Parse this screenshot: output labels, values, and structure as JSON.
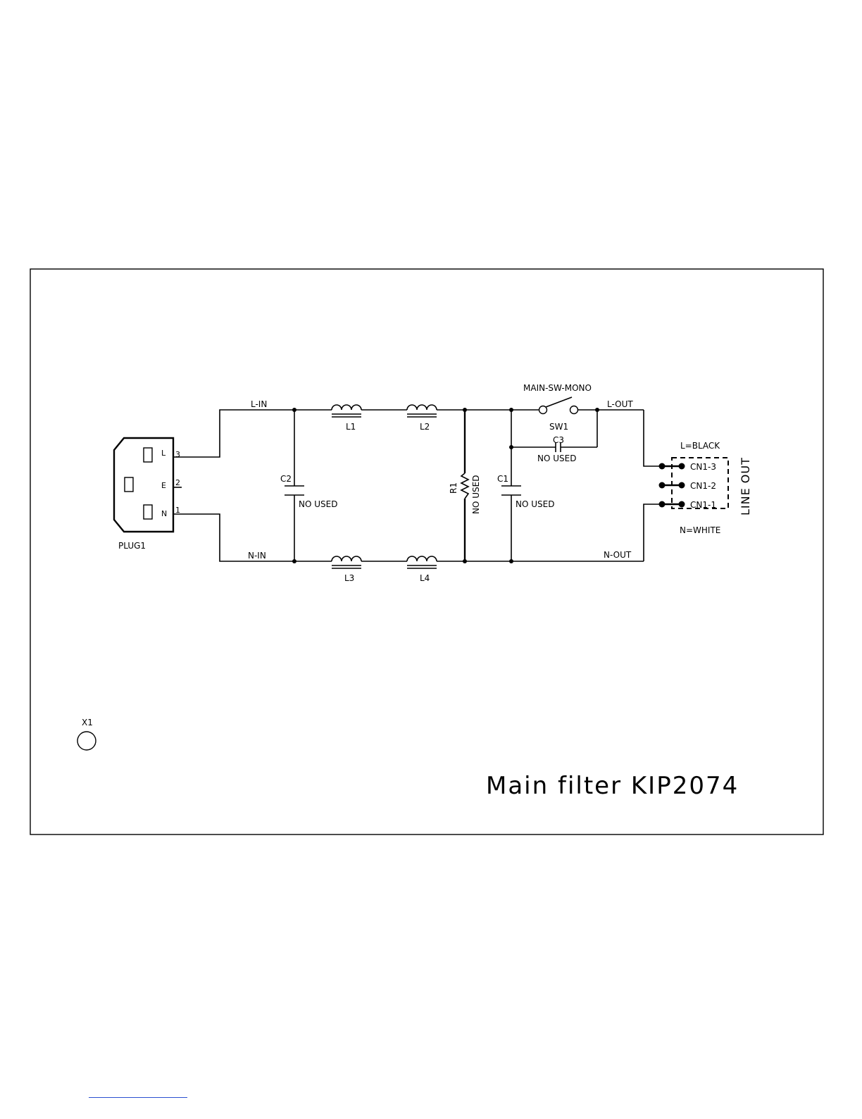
{
  "title": "Main filter KIP2074",
  "plug": {
    "name": "PLUG1",
    "pins": [
      {
        "letter": "L",
        "number": "3"
      },
      {
        "letter": "E",
        "number": "2"
      },
      {
        "letter": "N",
        "number": "1"
      }
    ]
  },
  "nets": {
    "l_in": "L-IN",
    "n_in": "N-IN",
    "l_out": "L-OUT",
    "n_out": "N-OUT"
  },
  "inductors": [
    "L1",
    "L2",
    "L3",
    "L4"
  ],
  "capacitors": {
    "c1": {
      "ref": "C1",
      "note": "NO USED"
    },
    "c2": {
      "ref": "C2",
      "note": "NO USED"
    },
    "c3": {
      "ref": "C3",
      "note": "NO USED"
    }
  },
  "resistor": {
    "ref": "R1",
    "note": "NO USED"
  },
  "switch": {
    "ref": "SW1",
    "part": "MAIN-SW-MONO"
  },
  "connector": {
    "pins": [
      "CN1-3",
      "CN1-2",
      "CN1-1"
    ],
    "l_color": "L=BLACK",
    "n_color": "N=WHITE",
    "label": "LINE OUT"
  },
  "fiducial": "X1"
}
